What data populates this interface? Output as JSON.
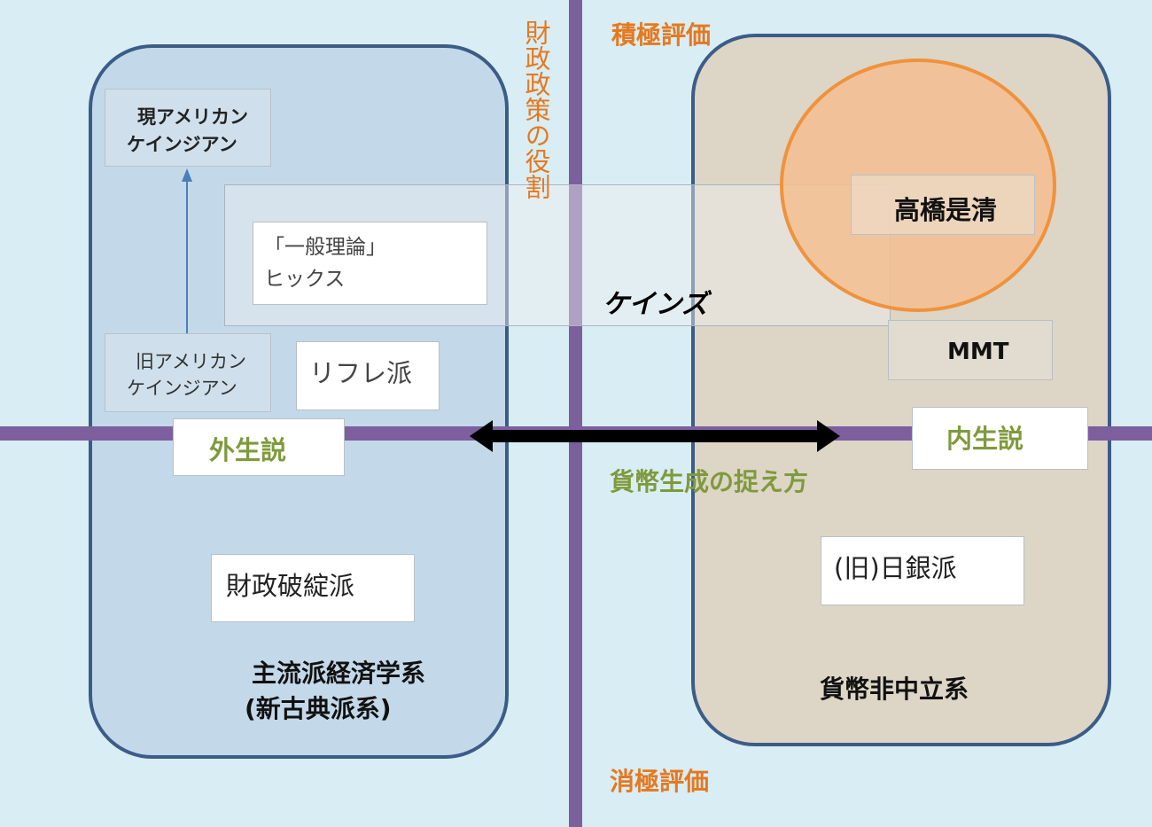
{
  "axes": {
    "vertical_label": "財政政策の役割",
    "top_label": "積極評価",
    "bottom_label": "消極評価",
    "horizontal_label": "貨幣生成の捉え方",
    "left_end": "外生説",
    "right_end": "内生説"
  },
  "groups": {
    "left": {
      "line1": "主流派経済学系",
      "line2": "(新古典派系)"
    },
    "right": {
      "label": "貨幣非中立系"
    }
  },
  "nodes": {
    "new_american_keynesian": {
      "line1": "現アメリカン",
      "line2": "ケインジアン"
    },
    "old_american_keynesian": {
      "line1": "旧アメリカン",
      "line2": "ケインジアン"
    },
    "general_theory": {
      "line1": "「一般理論」",
      "line2": "ヒックス"
    },
    "reflation": "リフレ派",
    "keynes": "ケインズ",
    "takahashi": "高橋是清",
    "mmt": "MMT",
    "fiscal_collapse": "財政破綻派",
    "boj": "(旧)日銀派"
  },
  "colors": {
    "axis": "#7d5f9e",
    "accent_orange": "#e5791f",
    "accent_green": "#7f9a3c"
  }
}
